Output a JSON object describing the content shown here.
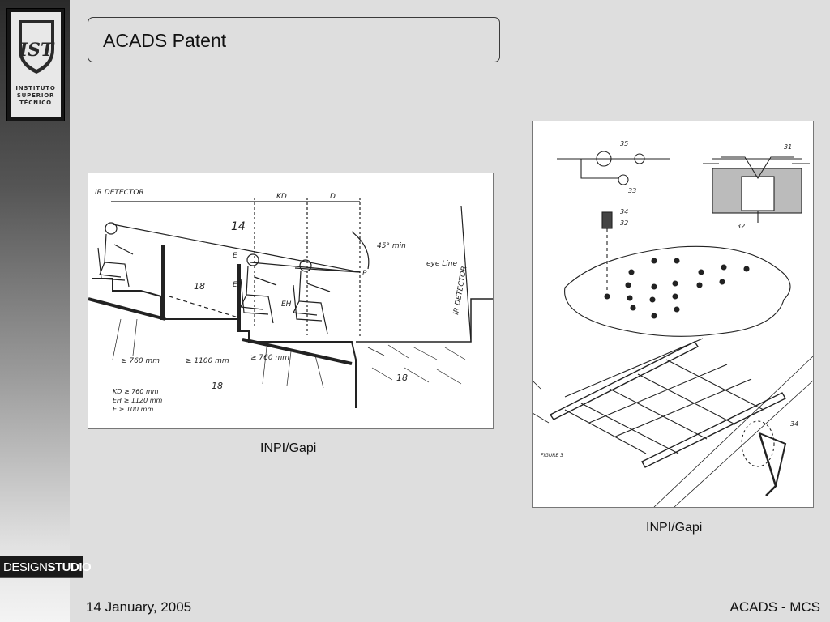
{
  "logo": {
    "monogram": "IST",
    "lines": [
      "INSTITUTO",
      "SUPERIOR",
      "TÉCNICO"
    ]
  },
  "badge": {
    "part1": "DESIGN",
    "part2": "STUDIO"
  },
  "slide": {
    "title": "ACADS Patent"
  },
  "figures": [
    {
      "caption": "INPI/Gapi",
      "labels": {
        "detector_top": "IR DETECTOR",
        "kd": "KD",
        "d": "D",
        "n14": "14",
        "angle": "45° min",
        "eye_line": "eye Line",
        "detector_side": "IR DETECTOR",
        "n18a": "18",
        "n18b": "18",
        "n18c": "18",
        "e1": "E",
        "e2": "E",
        "eh": "EH",
        "p": "P",
        "dim1": "≥ 760 mm",
        "dim2": "≥ 1100 mm",
        "dim3": "≥ 760 mm",
        "notes": [
          "KD ≥ 760 mm",
          "EH ≥ 1120 mm",
          "E ≥ 100 mm"
        ]
      }
    },
    {
      "caption": "INPI/Gapi",
      "labels": {
        "n35": "35",
        "n33": "33",
        "n31": "31",
        "n32a": "32",
        "n34a": "34",
        "n32b": "32",
        "n34b": "34",
        "figure": "FIGURE 3"
      }
    }
  ],
  "footer": {
    "date": "14 January, 2005",
    "right": "ACADS - MCS"
  }
}
